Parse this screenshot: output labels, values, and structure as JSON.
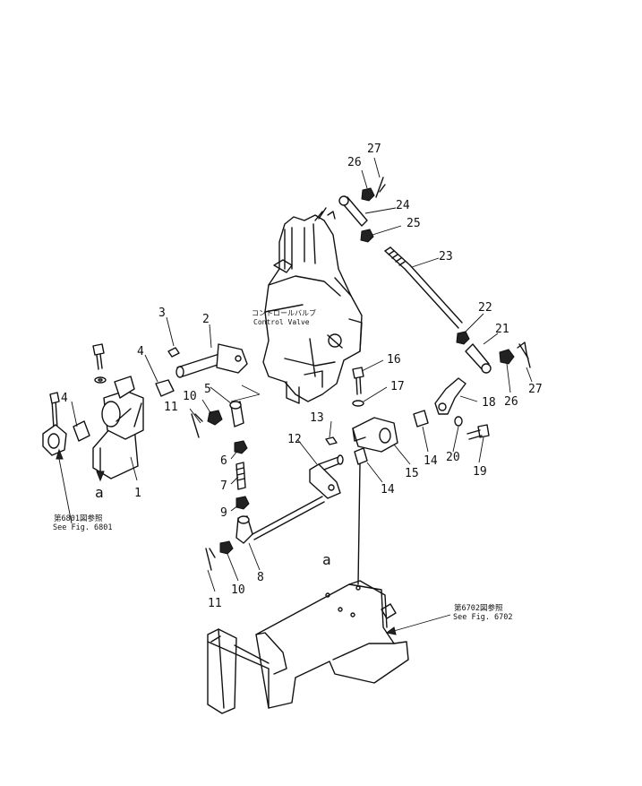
{
  "callouts": {
    "c1": "1",
    "c2": "2",
    "c3": "3",
    "c4a": "4",
    "c4b": "4",
    "c5": "5",
    "c6": "6",
    "c7": "7",
    "c8": "8",
    "c9": "9",
    "c10a": "10",
    "c10b": "10",
    "c11a": "11",
    "c11b": "11",
    "c12": "12",
    "c13": "13",
    "c14a": "14",
    "c14b": "14",
    "c15": "15",
    "c16": "16",
    "c17": "17",
    "c18": "18",
    "c19": "19",
    "c20": "20",
    "c21": "21",
    "c22": "22",
    "c23": "23",
    "c24": "24",
    "c25": "25",
    "c26a": "26",
    "c26b": "26",
    "c27a": "27",
    "c27b": "27"
  },
  "markers": {
    "a_left": "a",
    "a_right": "a"
  },
  "control_valve": {
    "label_jp": "コントロールバルブ",
    "label_en": "Control Valve"
  },
  "references": {
    "fig6801_jp": "第6801図参照",
    "fig6801_en": "See Fig. 6801",
    "fig6702_jp": "第6702図参照",
    "fig6702_en": "See Fig. 6702"
  }
}
